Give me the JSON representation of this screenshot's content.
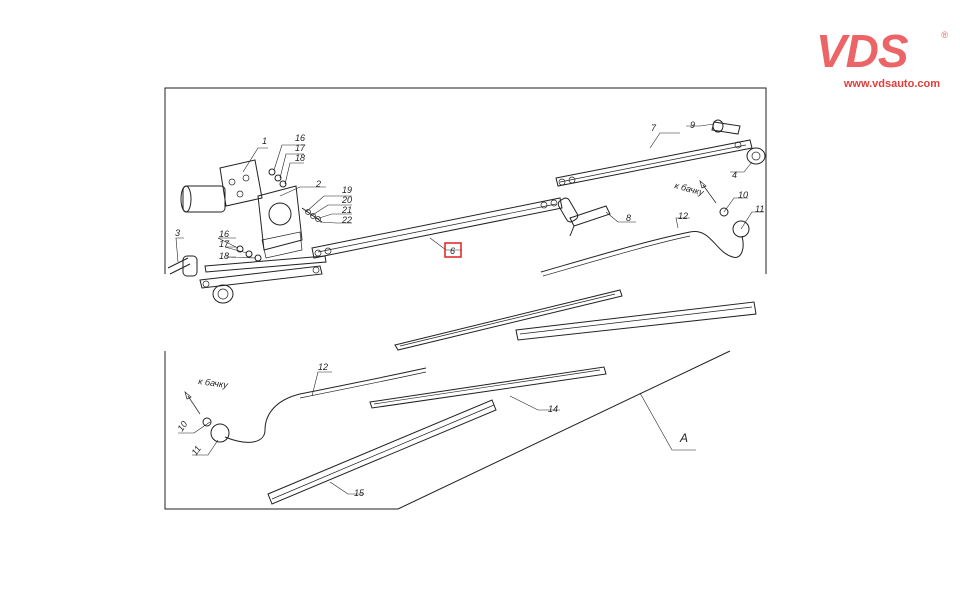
{
  "logo": {
    "mark": "VDS",
    "registered": "®",
    "url": "www.vdsauto.com"
  },
  "diagram": {
    "callouts": {
      "p1": "1",
      "p2": "2",
      "p3": "3",
      "p4": "4",
      "p6": "6",
      "p7": "7",
      "p8": "8",
      "p9": "9",
      "p10a": "10",
      "p11a": "11",
      "p12a": "12",
      "p16a": "16",
      "p17a": "17",
      "p18a": "18",
      "p16b": "16",
      "p17b": "17",
      "p18b": "18",
      "p19": "19",
      "p20": "20",
      "p21": "21",
      "p22": "22",
      "p10b": "10",
      "p11b": "11",
      "p12b": "12",
      "p14": "14",
      "p15": "15",
      "viewA": "A"
    },
    "to_tank_top": "к бачку",
    "to_tank_bottom": "к бачку",
    "highlighted_part": "6",
    "highlight_color": "#e02020"
  }
}
